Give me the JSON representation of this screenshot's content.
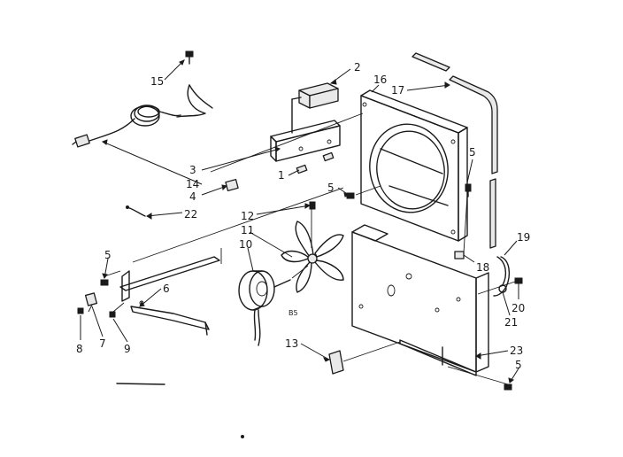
{
  "diagram": {
    "note_text": "B5",
    "callouts": [
      {
        "id": "c15",
        "text": "15"
      },
      {
        "id": "c2",
        "text": "2"
      },
      {
        "id": "c16",
        "text": "16"
      },
      {
        "id": "c17",
        "text": "17"
      },
      {
        "id": "c3",
        "text": "3"
      },
      {
        "id": "c14",
        "text": "14"
      },
      {
        "id": "c4",
        "text": "4"
      },
      {
        "id": "c1",
        "text": "1"
      },
      {
        "id": "c5a",
        "text": "5"
      },
      {
        "id": "c5b",
        "text": "5"
      },
      {
        "id": "c22",
        "text": "22"
      },
      {
        "id": "c12",
        "text": "12"
      },
      {
        "id": "c11",
        "text": "11"
      },
      {
        "id": "c10",
        "text": "10"
      },
      {
        "id": "c19",
        "text": "19"
      },
      {
        "id": "c18",
        "text": "18"
      },
      {
        "id": "c5c",
        "text": "5"
      },
      {
        "id": "c6",
        "text": "6"
      },
      {
        "id": "c20",
        "text": "20"
      },
      {
        "id": "c21",
        "text": "21"
      },
      {
        "id": "c8",
        "text": "8"
      },
      {
        "id": "c7",
        "text": "7"
      },
      {
        "id": "c9",
        "text": "9"
      },
      {
        "id": "c13",
        "text": "13"
      },
      {
        "id": "c23",
        "text": "23"
      },
      {
        "id": "c5d",
        "text": "5"
      }
    ]
  }
}
